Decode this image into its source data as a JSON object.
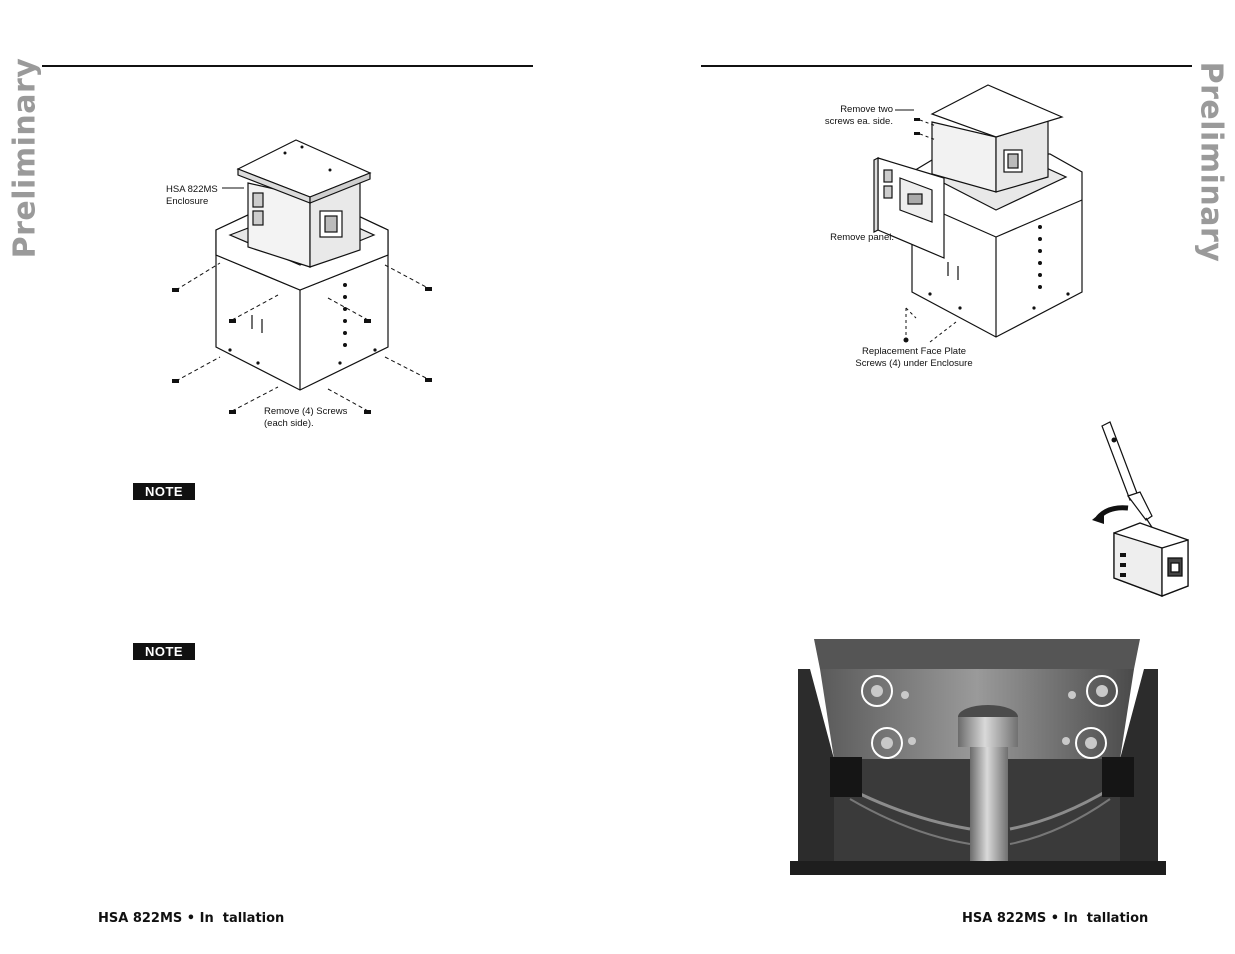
{
  "left_page": {
    "watermark": "Preliminary",
    "figure": {
      "enclosure_label": "HSA 822MS\nEnclosure",
      "screws_label": "Remove (4) Screws\n(each side)."
    },
    "notes": [
      "NOTE",
      "NOTE"
    ],
    "footer": "HSA 822MS • In  tallation"
  },
  "right_page": {
    "watermark": "Preliminary",
    "figure": {
      "remove_screws_label": "Remove two\nscrews ea. side.",
      "remove_panel_label": "Remove panel.",
      "faceplate_label": "Replacement Face Plate\nScrews (4) under Enclosure"
    },
    "footer": "HSA 822MS • In  tallation"
  }
}
